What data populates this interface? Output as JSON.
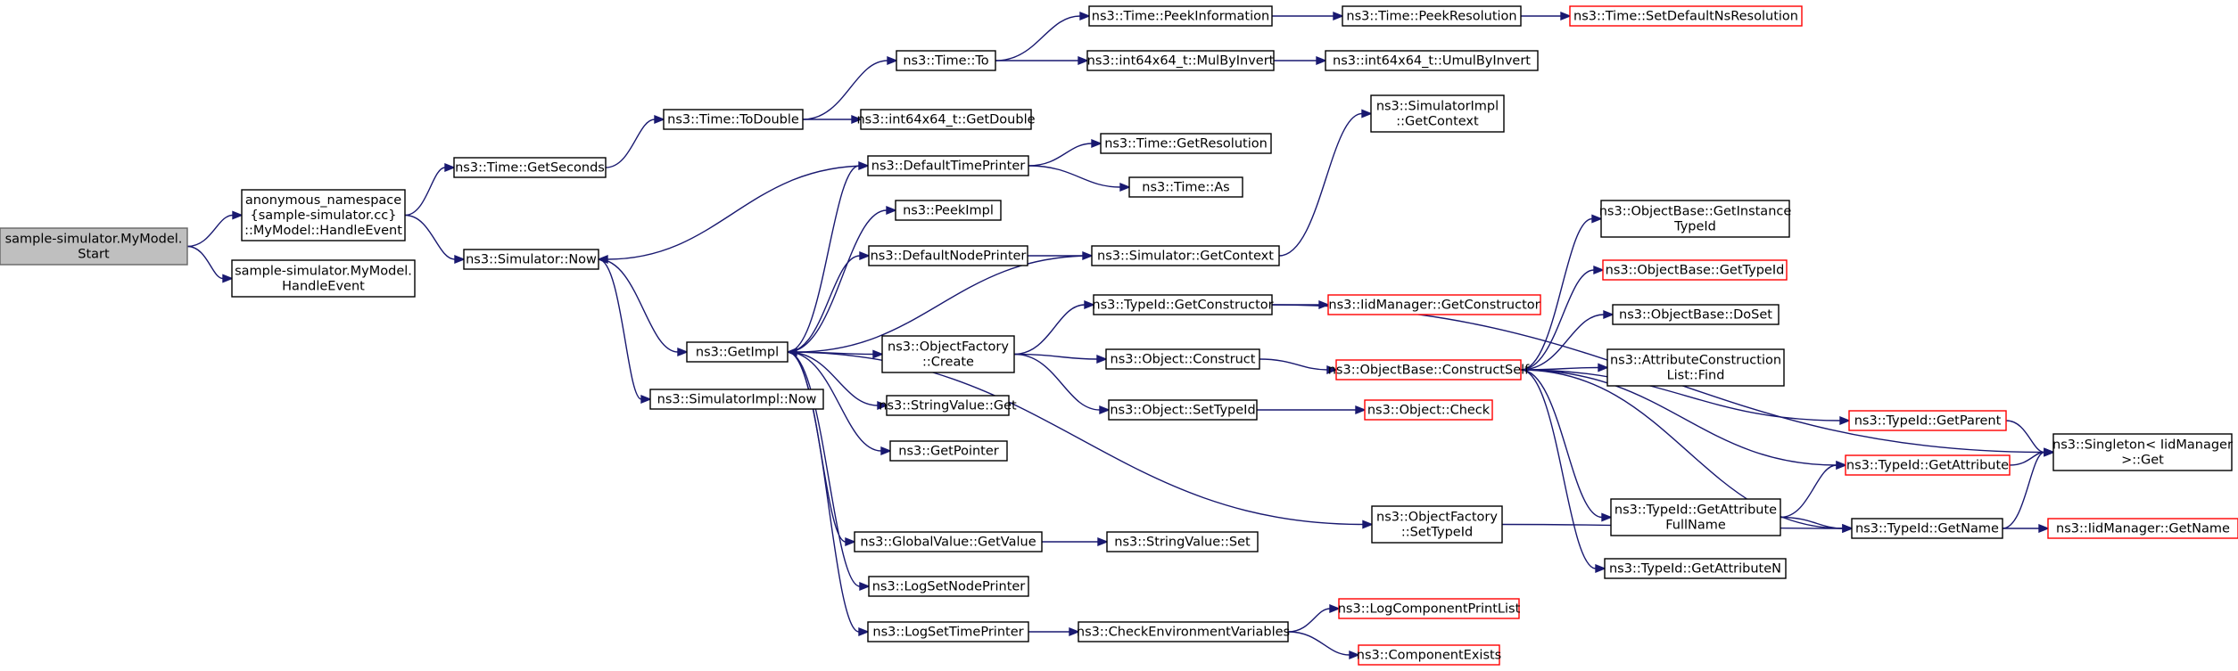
{
  "nodes": [
    {
      "id": "root",
      "lines": [
        "sample-simulator.MyModel.",
        "Start"
      ],
      "kind": "root"
    },
    {
      "id": "he_anon",
      "lines": [
        "anonymous_namespace",
        "{sample-simulator.cc}",
        "::MyModel::HandleEvent"
      ]
    },
    {
      "id": "he_mod",
      "lines": [
        "sample-simulator.MyModel.",
        "HandleEvent"
      ]
    },
    {
      "id": "getseconds",
      "lines": [
        "ns3::Time::GetSeconds"
      ]
    },
    {
      "id": "simnow",
      "lines": [
        "ns3::Simulator::Now"
      ]
    },
    {
      "id": "todouble",
      "lines": [
        "ns3::Time::ToDouble"
      ]
    },
    {
      "id": "timeto",
      "lines": [
        "ns3::Time::To"
      ]
    },
    {
      "id": "getdouble",
      "lines": [
        "ns3::int64x64_t::GetDouble"
      ]
    },
    {
      "id": "peekinfo",
      "lines": [
        "ns3::Time::PeekInformation"
      ]
    },
    {
      "id": "mulbyinv",
      "lines": [
        "ns3::int64x64_t::MulByInvert"
      ]
    },
    {
      "id": "peekres",
      "lines": [
        "ns3::Time::PeekResolution"
      ]
    },
    {
      "id": "umulbyinv",
      "lines": [
        "ns3::int64x64_t::UmulByInvert"
      ]
    },
    {
      "id": "setdefres",
      "lines": [
        "ns3::Time::SetDefaultNsResolution"
      ],
      "kind": "trunc"
    },
    {
      "id": "getimpl",
      "lines": [
        "ns3::GetImpl"
      ]
    },
    {
      "id": "simimplnow",
      "lines": [
        "ns3::SimulatorImpl::Now"
      ]
    },
    {
      "id": "deftimeprinter",
      "lines": [
        "ns3::DefaultTimePrinter"
      ]
    },
    {
      "id": "getresolution",
      "lines": [
        "ns3::Time::GetResolution"
      ]
    },
    {
      "id": "timeas",
      "lines": [
        "ns3::Time::As"
      ]
    },
    {
      "id": "peekimpl",
      "lines": [
        "ns3::PeekImpl"
      ]
    },
    {
      "id": "defnodeprinter",
      "lines": [
        "ns3::DefaultNodePrinter"
      ]
    },
    {
      "id": "simgetctx",
      "lines": [
        "ns3::Simulator::GetContext"
      ]
    },
    {
      "id": "simimplctx",
      "lines": [
        "ns3::SimulatorImpl",
        "::GetContext"
      ]
    },
    {
      "id": "ofcreate",
      "lines": [
        "ns3::ObjectFactory",
        "::Create"
      ]
    },
    {
      "id": "typeidgetctor",
      "lines": [
        "ns3::TypeId::GetConstructor"
      ]
    },
    {
      "id": "iidgetctor",
      "lines": [
        "ns3::IidManager::GetConstructor"
      ],
      "kind": "trunc"
    },
    {
      "id": "objconstruct",
      "lines": [
        "ns3::Object::Construct"
      ]
    },
    {
      "id": "constructself",
      "lines": [
        "ns3::ObjectBase::ConstructSelf"
      ],
      "kind": "trunc"
    },
    {
      "id": "objsettypeid",
      "lines": [
        "ns3::Object::SetTypeId"
      ]
    },
    {
      "id": "objcheck",
      "lines": [
        "ns3::Object::Check"
      ],
      "kind": "trunc"
    },
    {
      "id": "stringget",
      "lines": [
        "ns3::StringValue::Get"
      ]
    },
    {
      "id": "getpointer",
      "lines": [
        "ns3::GetPointer"
      ]
    },
    {
      "id": "gvgetvalue",
      "lines": [
        "ns3::GlobalValue::GetValue"
      ]
    },
    {
      "id": "stringset",
      "lines": [
        "ns3::StringValue::Set"
      ]
    },
    {
      "id": "logsetnode",
      "lines": [
        "ns3::LogSetNodePrinter"
      ]
    },
    {
      "id": "logsettime",
      "lines": [
        "ns3::LogSetTimePrinter"
      ]
    },
    {
      "id": "checkenv",
      "lines": [
        "ns3::CheckEnvironmentVariables"
      ]
    },
    {
      "id": "logcompprint",
      "lines": [
        "ns3::LogComponentPrintList"
      ],
      "kind": "trunc"
    },
    {
      "id": "compexists",
      "lines": [
        "ns3::ComponentExists"
      ],
      "kind": "trunc"
    },
    {
      "id": "ofsettypeid",
      "lines": [
        "ns3::ObjectFactory",
        "::SetTypeId"
      ]
    },
    {
      "id": "getinsttypeid",
      "lines": [
        "ns3::ObjectBase::GetInstance",
        "TypeId"
      ]
    },
    {
      "id": "obgettypeid",
      "lines": [
        "ns3::ObjectBase::GetTypeId"
      ],
      "kind": "trunc"
    },
    {
      "id": "obdoset",
      "lines": [
        "ns3::ObjectBase::DoSet"
      ]
    },
    {
      "id": "attrconstfind",
      "lines": [
        "ns3::AttributeConstruction",
        "List::Find"
      ]
    },
    {
      "id": "tidgetparent",
      "lines": [
        "ns3::TypeId::GetParent"
      ],
      "kind": "trunc"
    },
    {
      "id": "tidgetattr",
      "lines": [
        "ns3::TypeId::GetAttribute"
      ],
      "kind": "trunc"
    },
    {
      "id": "tidgetattrfull",
      "lines": [
        "ns3::TypeId::GetAttribute",
        "FullName"
      ]
    },
    {
      "id": "tidgetname",
      "lines": [
        "ns3::TypeId::GetName"
      ]
    },
    {
      "id": "tidgetattrn",
      "lines": [
        "ns3::TypeId::GetAttributeN"
      ]
    },
    {
      "id": "singletonget",
      "lines": [
        "ns3::Singleton< IidManager",
        " >::Get"
      ]
    },
    {
      "id": "iidgetname",
      "lines": [
        "ns3::IidManager::GetName"
      ],
      "kind": "trunc"
    }
  ],
  "edges": [
    [
      "root",
      "he_anon"
    ],
    [
      "root",
      "he_mod"
    ],
    [
      "he_anon",
      "getseconds"
    ],
    [
      "he_anon",
      "simnow"
    ],
    [
      "getseconds",
      "todouble"
    ],
    [
      "todouble",
      "timeto"
    ],
    [
      "todouble",
      "getdouble"
    ],
    [
      "timeto",
      "peekinfo"
    ],
    [
      "timeto",
      "mulbyinv"
    ],
    [
      "peekinfo",
      "peekres"
    ],
    [
      "peekres",
      "setdefres"
    ],
    [
      "mulbyinv",
      "umulbyinv"
    ],
    [
      "simnow",
      "getimpl"
    ],
    [
      "simnow",
      "simimplnow"
    ],
    [
      "getimpl",
      "deftimeprinter"
    ],
    [
      "getimpl",
      "peekimpl"
    ],
    [
      "getimpl",
      "defnodeprinter"
    ],
    [
      "getimpl",
      "ofcreate"
    ],
    [
      "getimpl",
      "stringget"
    ],
    [
      "getimpl",
      "getpointer"
    ],
    [
      "getimpl",
      "gvgetvalue"
    ],
    [
      "getimpl",
      "logsetnode"
    ],
    [
      "getimpl",
      "logsettime"
    ],
    [
      "getimpl",
      "ofsettypeid"
    ],
    [
      "deftimeprinter",
      "getresolution"
    ],
    [
      "deftimeprinter",
      "timeas"
    ],
    [
      "deftimeprinter",
      "simnow"
    ],
    [
      "defnodeprinter",
      "simgetctx"
    ],
    [
      "simgetctx",
      "simimplctx"
    ],
    [
      "simgetctx",
      "getimpl"
    ],
    [
      "ofcreate",
      "typeidgetctor"
    ],
    [
      "ofcreate",
      "objconstruct"
    ],
    [
      "ofcreate",
      "objsettypeid"
    ],
    [
      "typeidgetctor",
      "iidgetctor"
    ],
    [
      "typeidgetctor",
      "singletonget"
    ],
    [
      "objconstruct",
      "constructself"
    ],
    [
      "objsettypeid",
      "objcheck"
    ],
    [
      "gvgetvalue",
      "stringset"
    ],
    [
      "logsettime",
      "checkenv"
    ],
    [
      "checkenv",
      "logcompprint"
    ],
    [
      "checkenv",
      "compexists"
    ],
    [
      "ofsettypeid",
      "tidgetname"
    ],
    [
      "constructself",
      "getinsttypeid"
    ],
    [
      "constructself",
      "obgettypeid"
    ],
    [
      "constructself",
      "obdoset"
    ],
    [
      "constructself",
      "attrconstfind"
    ],
    [
      "constructself",
      "tidgetparent"
    ],
    [
      "constructself",
      "tidgetattr"
    ],
    [
      "constructself",
      "tidgetattrfull"
    ],
    [
      "constructself",
      "tidgetattrn"
    ],
    [
      "constructself",
      "tidgetname"
    ],
    [
      "tidgetparent",
      "singletonget"
    ],
    [
      "tidgetattr",
      "singletonget"
    ],
    [
      "tidgetattrfull",
      "tidgetattr"
    ],
    [
      "tidgetattrfull",
      "tidgetname"
    ],
    [
      "tidgetname",
      "singletonget"
    ],
    [
      "tidgetname",
      "iidgetname"
    ]
  ]
}
